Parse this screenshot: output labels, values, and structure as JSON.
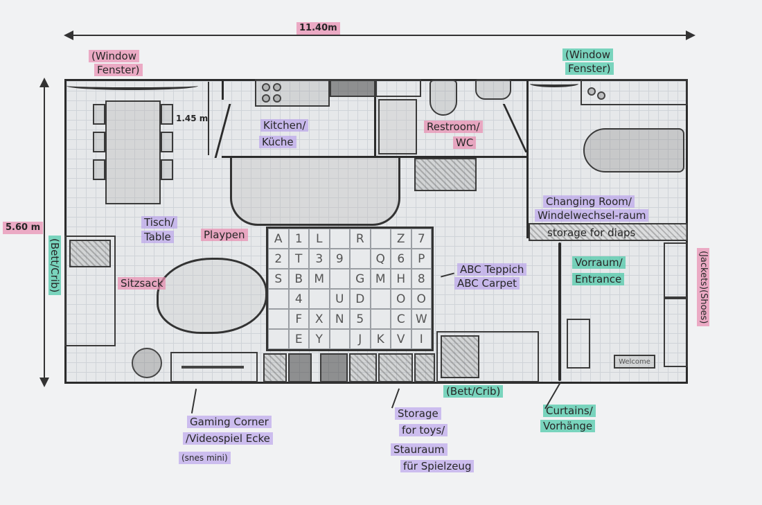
{
  "title": "Floor plan sketch",
  "dimensions": {
    "width": "11.40m",
    "height": "5.60 m",
    "kitchen_depth": "1.45 m"
  },
  "colors": {
    "pink_highlight": "#e88caf",
    "purple_highlight": "#b9a0eb",
    "teal_highlight": "#46c8a5",
    "wall": "#2b2b2b",
    "paper": "#f1f2f3"
  },
  "labels": {
    "window_left": [
      "(Window",
      "Fenster)"
    ],
    "window_right": [
      "(Window",
      "Fenster)"
    ],
    "kitchen": [
      "Kitchen/",
      "Küche"
    ],
    "restroom": [
      "Restroom/",
      "WC"
    ],
    "changing_room": [
      "Changing Room/",
      "Windelwechsel-raum"
    ],
    "storage_diapers": "storage for diaps",
    "entrance": [
      "Vorraum/",
      "Entrance"
    ],
    "table": [
      "Tisch/",
      "Table"
    ],
    "playpen": "Playpen",
    "sitzsack": "Sitzsack",
    "abc_carpet": [
      "ABC Teppich",
      "ABC Carpet"
    ],
    "bed_left": "(Bett/Crib)",
    "bed_bottom": "(Bett/Crib)",
    "jackets_shoes": "(Jackets)(Shoes)",
    "curtains": [
      "Curtains/",
      "Vorhänge"
    ],
    "gaming_corner": [
      "Gaming Corner",
      "/Videospiel Ecke",
      "(snes mini)"
    ],
    "toy_storage": [
      "Storage",
      "for toys/",
      "Stauraum",
      "für Spielzeug"
    ],
    "welcome_mat": "Welcome"
  },
  "abc_carpet_grid": [
    [
      "A",
      "1",
      "L",
      "",
      "R",
      "",
      "Z",
      "7"
    ],
    [
      "2",
      "T",
      "3",
      "9",
      "",
      "Q",
      "6",
      "P"
    ],
    [
      "S",
      "B",
      "M",
      "",
      "G",
      "M",
      "H",
      "8"
    ],
    [
      "",
      "4",
      "",
      "U",
      "D",
      "",
      "O",
      "O"
    ],
    [
      "",
      "F",
      "X",
      "N",
      "5",
      "",
      "C",
      "W"
    ],
    [
      "",
      "E",
      "Y",
      "",
      "J",
      "K",
      "V",
      "I"
    ]
  ]
}
